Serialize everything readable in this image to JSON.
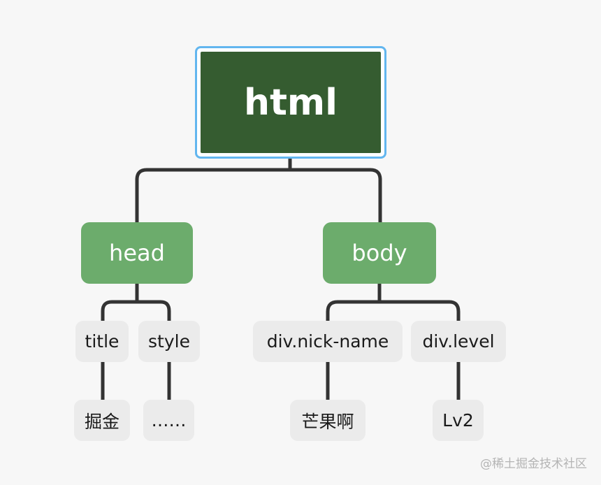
{
  "tree": {
    "root": "html",
    "head": {
      "label": "head",
      "children": [
        {
          "label": "title",
          "child": "掘金"
        },
        {
          "label": "style",
          "child": "……"
        }
      ]
    },
    "body": {
      "label": "body",
      "children": [
        {
          "label": "div.nick-name",
          "child": "芒果啊"
        },
        {
          "label": "div.level",
          "child": "Lv2"
        }
      ]
    }
  },
  "watermark": "@稀土掘金技术社区",
  "colors": {
    "background": "#f7f7f7",
    "root_fill": "#355c30",
    "root_outline": "#62b6ef",
    "mid_fill": "#6cac6c",
    "leaf_fill": "#ebebeb",
    "connector": "#333333"
  }
}
